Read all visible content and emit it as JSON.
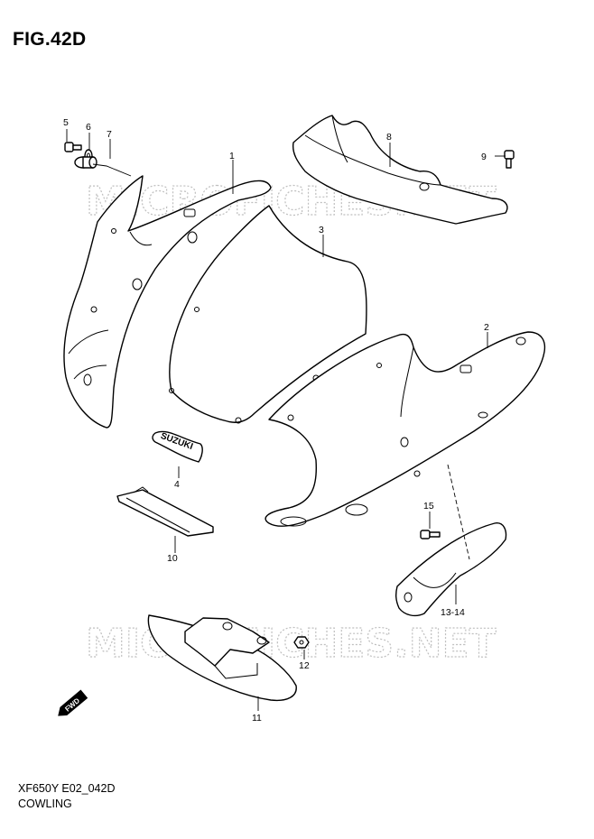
{
  "figure": {
    "title": "FIG.42D",
    "model_code": "XF650Y E02_042D",
    "section_name": "COWLING"
  },
  "watermark_text": "MICROFICHES.NET",
  "fwd_badge_text": "FWD",
  "brand_emblem_text": "SUZUKI",
  "callouts": {
    "p1": "1",
    "p2": "2",
    "p3": "3",
    "p4": "4",
    "p5": "5",
    "p6": "6",
    "p7": "7",
    "p8": "8",
    "p9": "9",
    "p10": "10",
    "p11": "11",
    "p12": "12",
    "p13_14": "13-14",
    "p15": "15"
  },
  "colors": {
    "line": "#000000",
    "background": "#ffffff",
    "watermark": "#b4b4b4"
  }
}
